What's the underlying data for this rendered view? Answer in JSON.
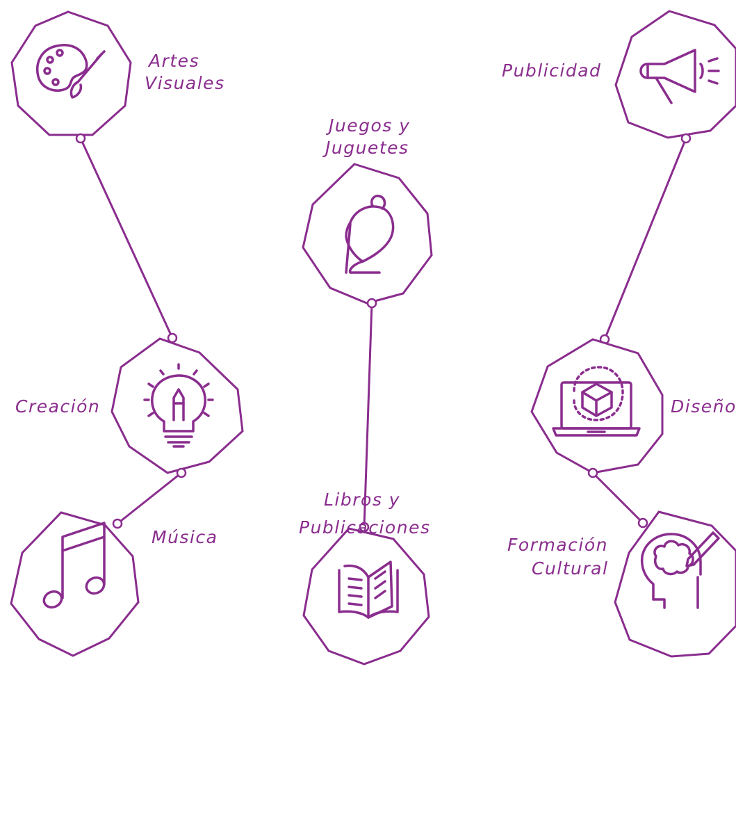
{
  "accent_color": "#8a2d8e",
  "nodes": {
    "artes_visuales": {
      "label_line1": "Artes",
      "label_line2": "Visuales",
      "icon": "paint-palette-icon"
    },
    "creacion": {
      "label": "Creación",
      "icon": "lightbulb-pencil-icon"
    },
    "musica": {
      "label": "Música",
      "icon": "music-note-icon"
    },
    "juegos_y_juguetes": {
      "label_line1": "Juegos y",
      "label_line2": "Juguetes",
      "icon": "spinning-top-icon"
    },
    "libros_y_publicaciones": {
      "label_line1": "Libros y",
      "label_line2": "Publicaciones",
      "icon": "open-book-icon"
    },
    "publicidad": {
      "label": "Publicidad",
      "icon": "megaphone-icon"
    },
    "diseno": {
      "label": "Diseño",
      "icon": "laptop-3d-cube-icon"
    },
    "formacion_cultural": {
      "label_line1": "Formación",
      "label_line2": "Cultural",
      "icon": "head-brain-pencil-icon"
    }
  },
  "connections": [
    {
      "from": "Artes Visuales",
      "to": "Creación"
    },
    {
      "from": "Creación",
      "to": "Música"
    },
    {
      "from": "Juegos y Juguetes",
      "to": "Libros y Publicaciones"
    },
    {
      "from": "Publicidad",
      "to": "Diseño"
    },
    {
      "from": "Diseño",
      "to": "Formación Cultural"
    }
  ]
}
